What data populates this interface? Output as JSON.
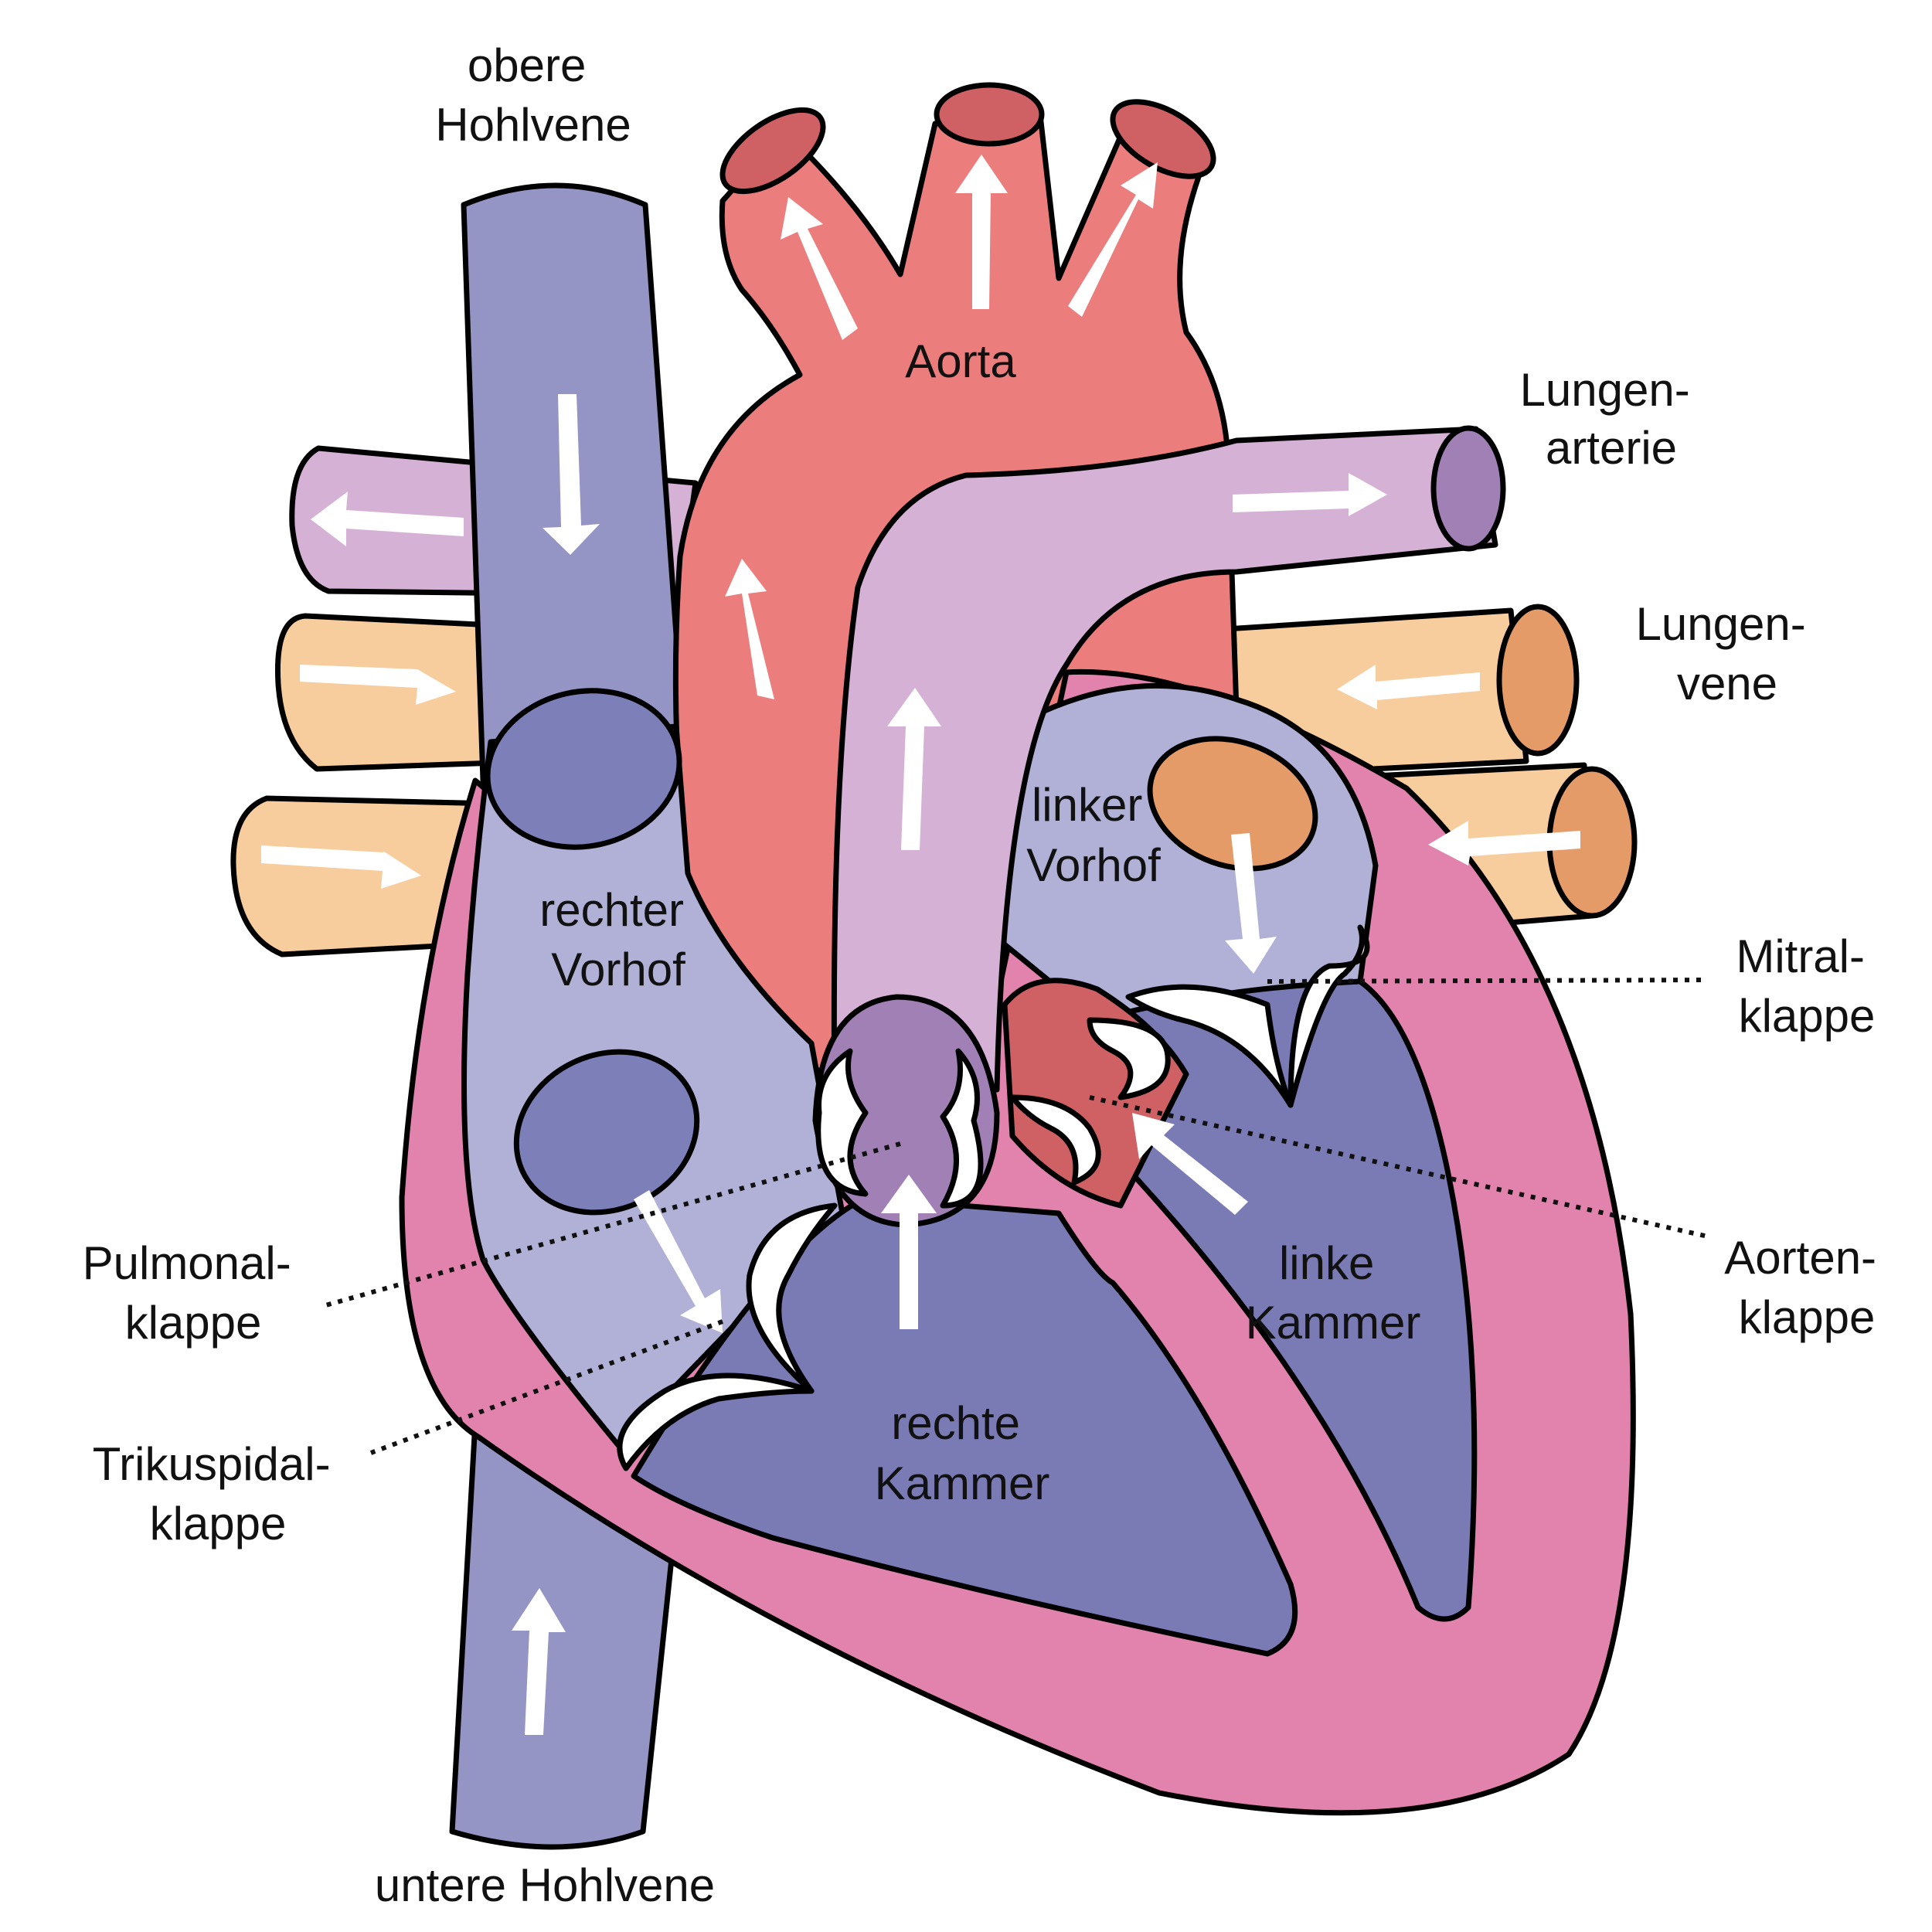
{
  "labels": {
    "obere_hohlvene": [
      "obere",
      "Hohlvene"
    ],
    "aorta": [
      "Aorta"
    ],
    "lungenarterie": [
      "Lungen-",
      "arterie"
    ],
    "lungenvene": [
      "Lungen-",
      "vene"
    ],
    "linker_vorhof": [
      "linker",
      "Vorhof"
    ],
    "rechter_vorhof": [
      "rechter",
      "Vorhof"
    ],
    "mitralklappe": [
      "Mitral-",
      "klappe"
    ],
    "aortenklappe": [
      "Aorten-",
      "klappe"
    ],
    "linke_kammer": [
      "linke",
      "Kammer"
    ],
    "pulmonalklappe": [
      "Pulmonal-",
      "klappe"
    ],
    "trikuspidalklappe": [
      "Trikuspidal-",
      "klappe"
    ],
    "rechte_kammer": [
      "rechte",
      "Kammer"
    ],
    "untere_hohlvene": [
      "untere Hohlvene"
    ]
  },
  "colors": {
    "vena_cava": "#9595c5",
    "right_atrium": "#b1b0d7",
    "ventricle": "#7a7bb5",
    "myocardium": "#e183ad",
    "aorta": "#ec7d7d",
    "aorta_opening": "#cf6165",
    "pulmonary_artery": "#d5b2d5",
    "pulmonary_opening": "#a181b5",
    "pulmonary_vein": "#f8cd9e",
    "pulmonary_vein_opening": "#e59b68",
    "arrow": "#ffffff"
  }
}
